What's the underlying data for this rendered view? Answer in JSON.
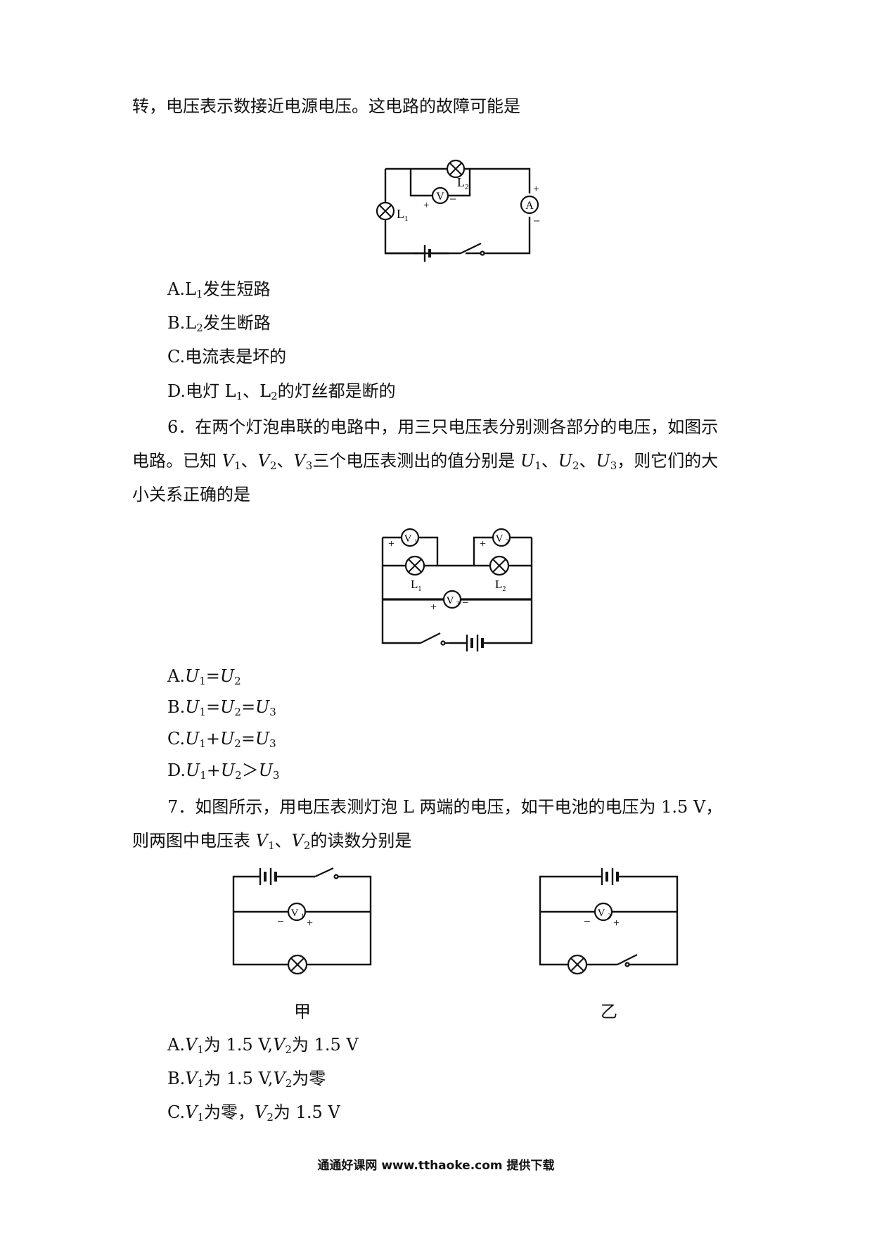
{
  "q5": {
    "continuation": "转，电压表示数接近电源电压。这电路的故障可能是",
    "figure": {
      "lamp1_label": "L",
      "lamp1_sub": "1",
      "lamp2_label": "L",
      "lamp2_sub": "2",
      "voltmeter_symbol": "V",
      "ammeter_symbol": "A",
      "plus": "+",
      "minus": "−"
    },
    "options": {
      "a_prefix": "A.L",
      "a_sub": "1",
      "a_text": "发生短路",
      "b_prefix": "B.L",
      "b_sub": "2",
      "b_text": "发生断路",
      "c_text": "C.电流表是坏的",
      "d_prefix": "D.电灯 L",
      "d_sub1": "1",
      "d_mid": "、L",
      "d_sub2": "2",
      "d_text": "的灯丝都是断的"
    }
  },
  "q6": {
    "line1": "6．在两个灯泡串联的电路中，用三只电压表分别测各部分的电压，如图示",
    "line2_start": "电路。已知 ",
    "line2_v": "V",
    "sub1": "1",
    "sub2": "2",
    "sub3": "3",
    "line2_mid": "三个电压表测出的值分别是 ",
    "line2_u": "U",
    "sep": "、",
    "line2_end": "，则它们的大",
    "line3": "小关系正确的是",
    "figure": {
      "v1": "V",
      "v1_sub": "1",
      "v2": "V",
      "v2_sub": "2",
      "v3": "V",
      "v3_sub": "3",
      "l1": "L",
      "l1_sub": "1",
      "l2": "L",
      "l2_sub": "2",
      "plus": "+",
      "minus": "−"
    },
    "options": {
      "a_label": "A.",
      "b_label": "B.",
      "c_label": "C.",
      "d_label": "D.",
      "u": "U",
      "eq": "=",
      "plus": "+",
      "gt": "＞"
    }
  },
  "q7": {
    "line1": "7．如图所示，用电压表测灯泡 L 两端的电压，如干电池的电压为 1.5 V，",
    "line2_start": "则两图中电压表 ",
    "v": "V",
    "sub1": "1",
    "sub2": "2",
    "sep": "、",
    "line2_end": "的读数分别是",
    "figure": {
      "caption_left": "甲",
      "caption_right": "乙",
      "v1": "V",
      "v1_sub": "1",
      "v2": "V",
      "v2_sub": "2",
      "plus": "+",
      "minus": "−"
    },
    "options": {
      "a_label": "A.",
      "a_mid": "为 1.5 V,",
      "a_end": "为 1.5 V",
      "b_label": "B.",
      "b_mid": "为 1.5 V,",
      "b_end": "为零",
      "c_label": "C.",
      "c_mid": "为零，",
      "c_end": "为 1.5 V"
    }
  },
  "footer": "通通好课网 www.tthaoke.com 提供下载"
}
